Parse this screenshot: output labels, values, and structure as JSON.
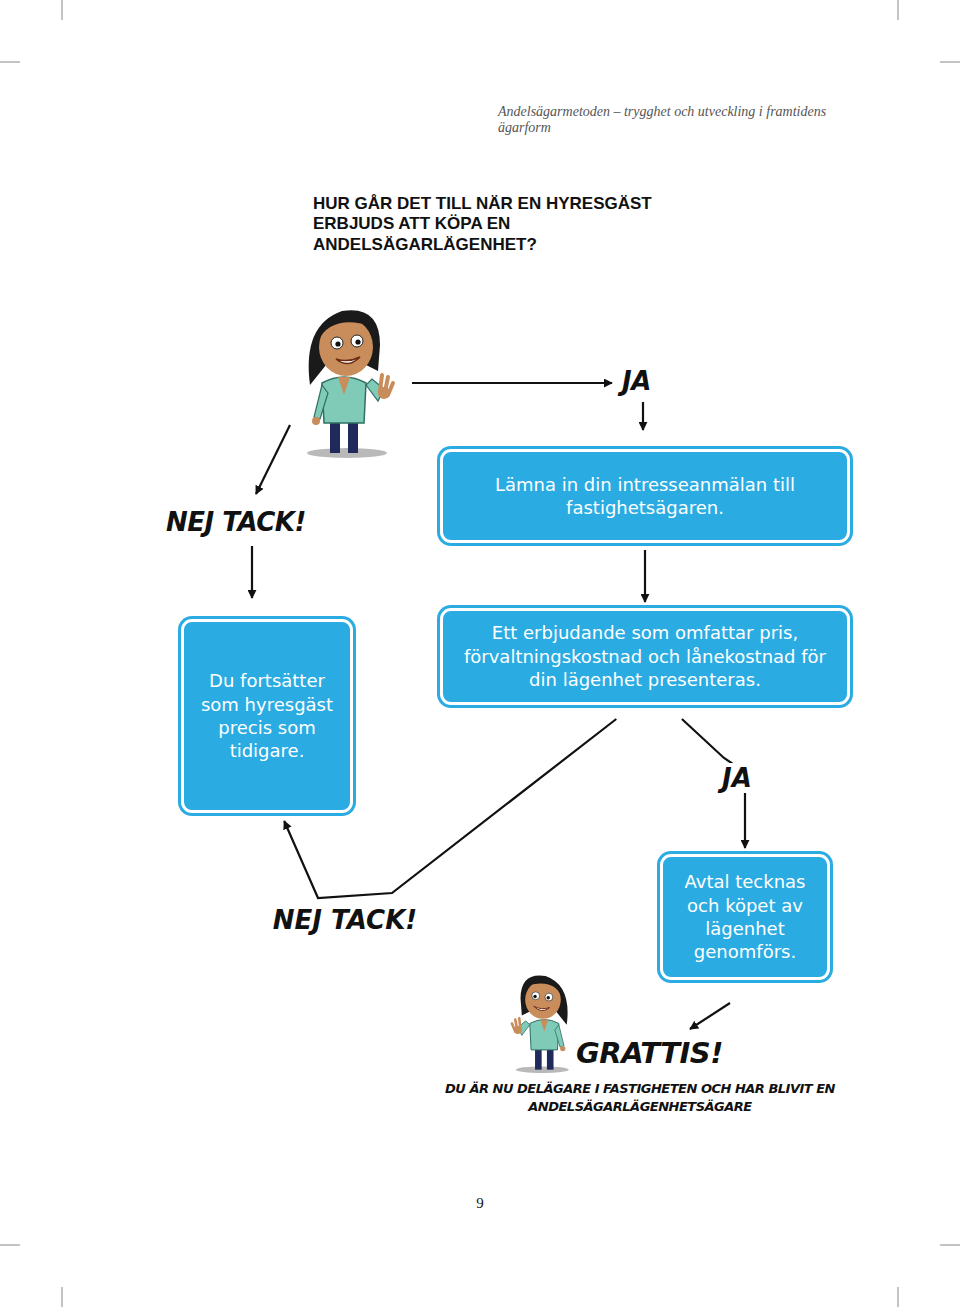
{
  "diagram": {
    "title": "HUR GÅR DET TILL NÄR EN HYRESGÄST ERBJUDS ATT KÖPA EN ANDELSÄGARLÄGENHET?",
    "nodes": [
      {
        "text": [
          "Lämna in din intresseanmälan till fastighetsägaren."
        ]
      },
      {
        "text": [
          "Du fortsätter som hyresgäst precis som tidigare."
        ]
      },
      {
        "text": [
          "Ett erbjudande som omfattar pris, förvaltningskostnad och lånekostnad för din lägenhet presenteras."
        ]
      },
      {
        "text": [
          "Avtal tecknas och köpet av lägenhet genomförs."
        ]
      }
    ],
    "edges": [
      {
        "from": 0,
        "to": 2,
        "arrow": "to"
      },
      {
        "from": 2,
        "to": 3,
        "label": "JA",
        "arrow": "to"
      },
      {
        "from": 2,
        "to": 1,
        "label": "NEJ TACK!",
        "arrow": "to"
      }
    ],
    "labels": [
      "Andelsägarmetoden – trygghet och utveckling i framtidens ägarform",
      "JA",
      "NEJ TACK!",
      "GRATTIS!",
      "DU ÄR NU DELÄGARE I FASTIGHETEN OCH HAR BLIVIT EN ANDELSÄGARLÄGENHETSÄGARE",
      "9"
    ]
  }
}
